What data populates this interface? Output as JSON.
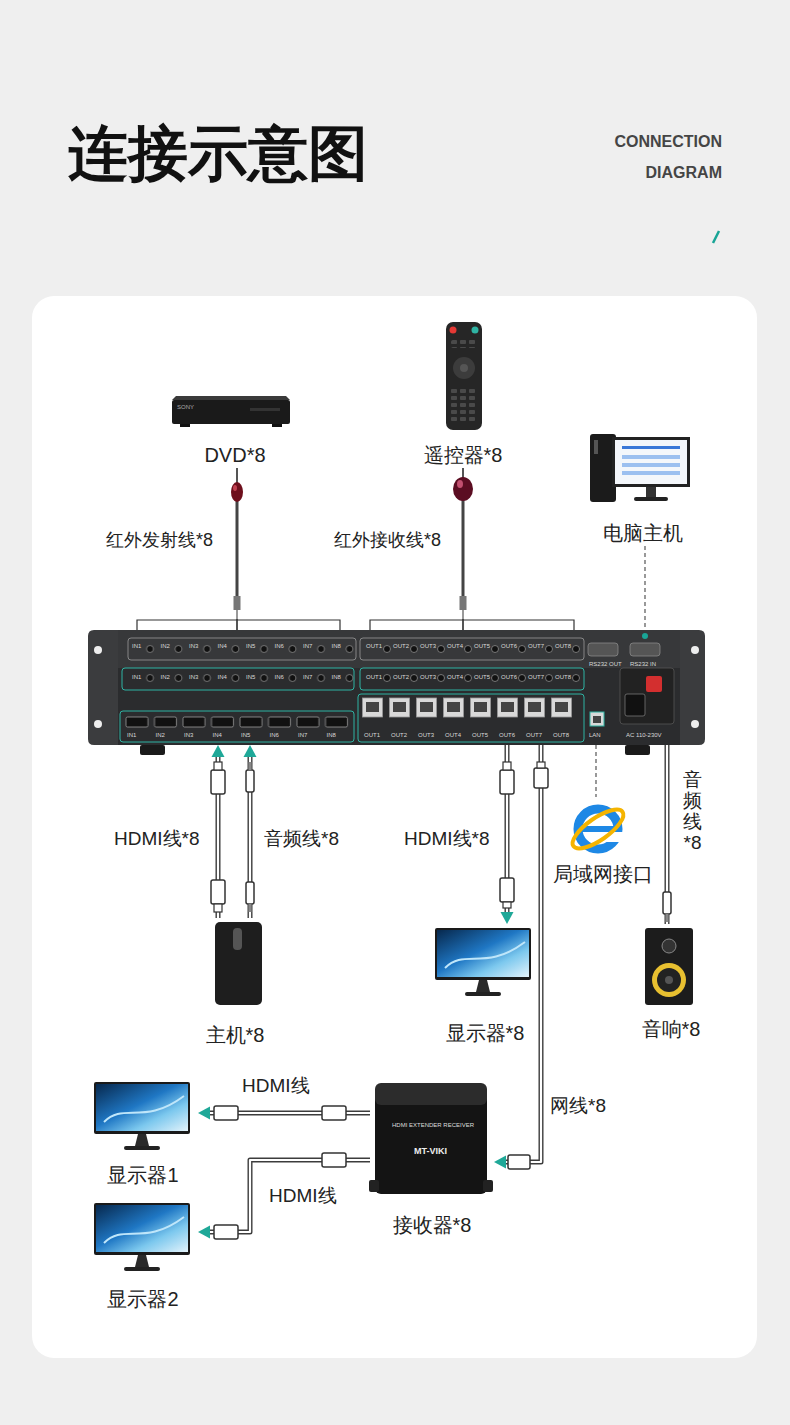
{
  "diagram": {
    "title": "连接示意图",
    "nodes": [
      {
        "text": [
          "DVD*8"
        ]
      },
      {
        "text": [
          "遥控器*8"
        ]
      },
      {
        "text": [
          "电脑主机"
        ]
      },
      {
        "text": [
          "IN1",
          "IN2",
          "IN3",
          "IN4",
          "IN5",
          "IN6",
          "IN7",
          "IN8",
          "OUT1",
          "OUT2",
          "OUT3",
          "OUT4",
          "OUT5",
          "OUT6",
          "OUT7",
          "OUT8",
          "RS232 OUT",
          "RS232 IN",
          "IN1",
          "IN2",
          "IN3",
          "IN4",
          "IN5",
          "IN6",
          "IN7",
          "IN8",
          "OUT1",
          "OUT2",
          "OUT3",
          "OUT4",
          "OUT5",
          "OUT6",
          "OUT7",
          "OUT8",
          "IN1",
          "IN2",
          "IN3",
          "IN4",
          "IN5",
          "IN6",
          "IN7",
          "IN8",
          "OUT1",
          "OUT2",
          "OUT3",
          "OUT4",
          "OUT5",
          "OUT6",
          "OUT7",
          "OUT8",
          "LAN",
          "AC 110-230V"
        ]
      },
      {
        "text": [
          "主机*8"
        ]
      },
      {
        "text": [
          "显示器*8"
        ]
      },
      {
        "text": [
          "局域网接口"
        ]
      },
      {
        "text": [
          "音响*8"
        ]
      },
      {
        "text": [
          "显示器1"
        ]
      },
      {
        "text": [
          "接收器*8"
        ]
      },
      {
        "text": [
          "显示器2"
        ]
      }
    ],
    "edges": [
      {
        "from": 3,
        "to": 0,
        "label": "红外发射线*8",
        "arrow": "none"
      },
      {
        "from": 1,
        "to": 3,
        "label": "红外接收线*8",
        "arrow": "none"
      },
      {
        "from": 2,
        "to": 3,
        "arrow": "none"
      },
      {
        "from": 4,
        "to": 3,
        "label": "HDMI线*8",
        "arrow": "to"
      },
      {
        "from": 4,
        "to": 3,
        "label": "音频线*8",
        "arrow": "to"
      },
      {
        "from": 3,
        "to": 5,
        "label": "HDMI线*8",
        "arrow": "to"
      },
      {
        "from": 3,
        "to": 9,
        "label": "网线*8",
        "arrow": "to"
      },
      {
        "from": 3,
        "to": 6,
        "arrow": "none"
      },
      {
        "from": 3,
        "to": 7,
        "label": "音频线*8",
        "arrow": "none"
      },
      {
        "from": 9,
        "to": 8,
        "label": "HDMI线",
        "arrow": "to"
      },
      {
        "from": 9,
        "to": 10,
        "label": "HDMI线",
        "arrow": "to"
      }
    ],
    "labels": [
      "CONNECTION DIAGRAM",
      "SONY",
      "HDMI EXTENDER RECEIVER",
      "MT-VIKI"
    ]
  }
}
